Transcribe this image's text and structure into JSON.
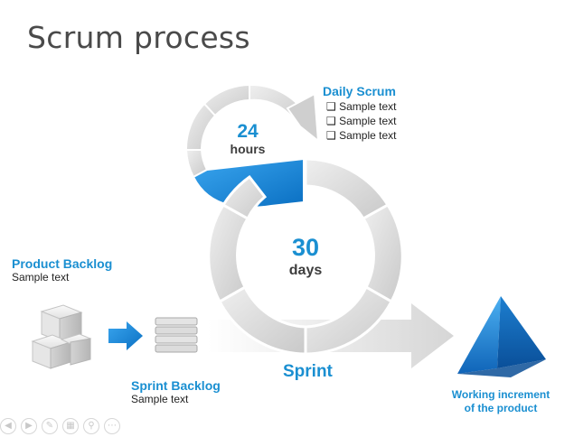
{
  "slide": {
    "title": "Scrum process"
  },
  "daily_scrum": {
    "heading": "Daily Scrum",
    "items": [
      "Sample text",
      "Sample text",
      "Sample text"
    ],
    "cycle_value": "24",
    "cycle_unit": "hours"
  },
  "sprint_cycle": {
    "value": "30",
    "unit": "days",
    "label": "Sprint"
  },
  "product_backlog": {
    "heading": "Product Backlog",
    "text": "Sample text"
  },
  "sprint_backlog": {
    "heading": "Sprint Backlog",
    "text": "Sample text"
  },
  "output": {
    "line1": "Working increment",
    "line2": "of the product"
  },
  "nav_icons": [
    "prev-icon",
    "next-icon",
    "pen-icon",
    "slides-icon",
    "zoom-icon",
    "more-icon"
  ],
  "colors": {
    "accent": "#1a8fd1",
    "ring_gray": "#d9d9d9",
    "pyramid": "#1b74c9"
  }
}
